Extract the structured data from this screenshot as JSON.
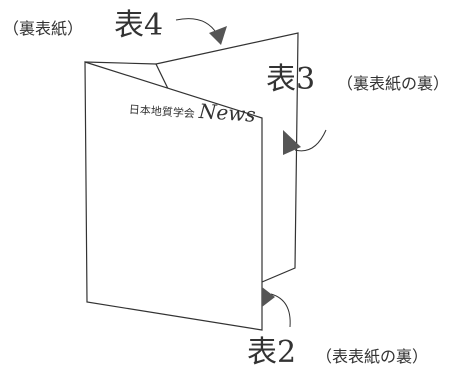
{
  "labels": {
    "back_cover_paren": "（裏表紙）",
    "cover4": "表4",
    "cover3": "表3",
    "cover3_note": "（裏表紙の裏）",
    "cover2": "表2",
    "cover2_note": "（表表紙の裏）"
  },
  "front_cover": {
    "title_jp": "日本地質学会",
    "title_en": "News"
  },
  "colors": {
    "ink": "#333333",
    "arrow_head": "#555555",
    "background": "#ffffff"
  }
}
